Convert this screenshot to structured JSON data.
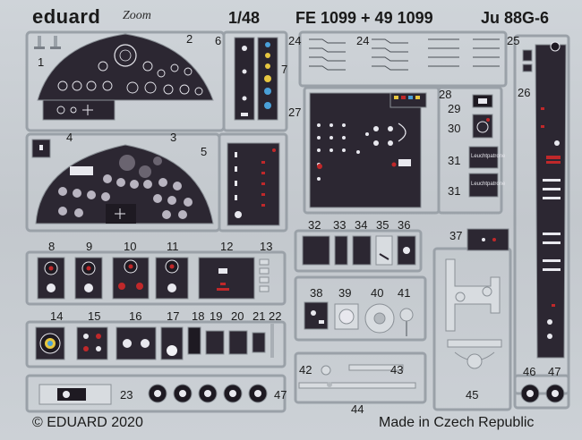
{
  "header": {
    "brand": "eduard",
    "zoom_mark": "Zoom",
    "scale": "1/48",
    "code": "FE 1099 + 49 1099",
    "model": "Ju 88G-6"
  },
  "footer": {
    "copyright": "© EDUARD 2020",
    "made_in": "Made in Czech Republic"
  },
  "part_numbers": [
    "1",
    "2",
    "3",
    "4",
    "5",
    "6",
    "7",
    "8",
    "9",
    "10",
    "11",
    "12",
    "13",
    "14",
    "15",
    "16",
    "17",
    "18",
    "19",
    "20",
    "21",
    "22",
    "23",
    "24",
    "24",
    "25",
    "26",
    "27",
    "28",
    "29",
    "30",
    "31",
    "31",
    "32",
    "33",
    "34",
    "35",
    "36",
    "37",
    "38",
    "39",
    "40",
    "41",
    "42",
    "43",
    "44",
    "45",
    "46",
    "47",
    "47"
  ],
  "placard_text": "Leuchtpatrone",
  "colors": {
    "sheet": "#c6cbd0",
    "frame": "#9aa1a8",
    "panel": "#3a3440",
    "panel_dark": "#2a2530",
    "red": "#c0282a",
    "yellow": "#e6c640",
    "blue": "#4aa0d8"
  }
}
